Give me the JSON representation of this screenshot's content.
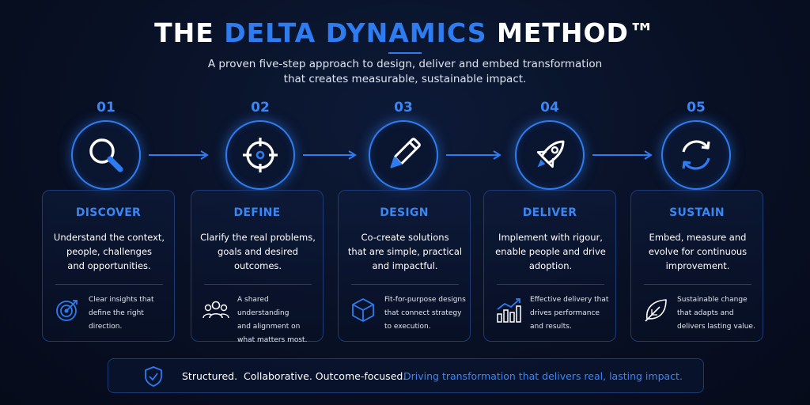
{
  "header": {
    "title_pre": "THE ",
    "title_accent": "DELTA DYNAMICS",
    "title_post": " METHOD™",
    "subtitle_line1": "A proven five-step approach to design, deliver and embed transformation",
    "subtitle_line2": "that creates measurable, sustainable impact."
  },
  "colors": {
    "accent": "#2f7cf0",
    "background": "#081024",
    "card_border": "#1e3a78"
  },
  "steps": [
    {
      "number": "01",
      "icon": "magnifier-icon",
      "title": "DISCOVER",
      "desc": [
        "Understand the context,",
        "people, challenges",
        "and opportunities."
      ],
      "outcome_icon": "target-icon",
      "outcome": [
        "Clear insights that",
        "define the right",
        "direction."
      ]
    },
    {
      "number": "02",
      "icon": "crosshair-icon",
      "title": "DEFINE",
      "desc": [
        "Clarify the real problems,",
        "goals and desired",
        "outcomes."
      ],
      "outcome_icon": "people-group-icon",
      "outcome": [
        "A shared understanding",
        "and alignment on",
        "what matters most."
      ]
    },
    {
      "number": "03",
      "icon": "pencil-icon",
      "title": "DESIGN",
      "desc": [
        "Co-create solutions",
        "that are simple, practical",
        "and impactful."
      ],
      "outcome_icon": "cube-icon",
      "outcome": [
        "Fit-for-purpose designs",
        "that connect strategy",
        "to execution."
      ]
    },
    {
      "number": "04",
      "icon": "rocket-icon",
      "title": "DELIVER",
      "desc": [
        "Implement with rigour,",
        "enable people and drive",
        "adoption."
      ],
      "outcome_icon": "growth-chart-icon",
      "outcome": [
        "Effective delivery that",
        "drives performance",
        "and results."
      ]
    },
    {
      "number": "05",
      "icon": "refresh-icon",
      "title": "SUSTAIN",
      "desc": [
        "Embed, measure and",
        "evolve for continuous",
        "improvement."
      ],
      "outcome_icon": "leaf-icon",
      "outcome": [
        "Sustainable change",
        "that adapts and",
        "delivers lasting value."
      ]
    }
  ],
  "footer": {
    "icon": "shield-check-icon",
    "text": "Structured.  Collaborative. Outcome-focused.",
    "accent_text": "Driving transformation that delivers real, lasting impact."
  }
}
